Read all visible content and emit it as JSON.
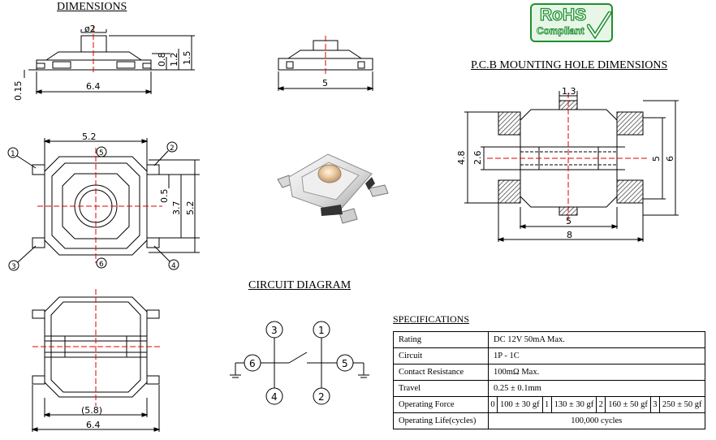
{
  "titles": {
    "dimensions": "DIMENSIONS",
    "pcb": "P.C.B MOUNTING HOLE DIMENSIONS",
    "circuit": "CIRCUIT DIAGRAM",
    "specs": "SPECIFICATIONS"
  },
  "rohs": {
    "line1": "RoHS",
    "line2": "Compliant",
    "color": "#1f8f2f"
  },
  "side_view": {
    "dia": "ø2",
    "h08": "0.8",
    "h12": "1.2",
    "h15": "1.5",
    "base": "0.15",
    "width": "6.4"
  },
  "front_view": {
    "width": "5"
  },
  "top_view": {
    "top": "5.2",
    "h05": "0.5",
    "h37": "3.7",
    "h52": "5.2",
    "p1": "1",
    "p2": "2",
    "p3": "3",
    "p4": "4",
    "p5": "5",
    "p6": "6"
  },
  "bottom_view": {
    "inner": "(5.8)",
    "width": "6.4"
  },
  "pcb": {
    "w13": "1.3",
    "h48": "4.8",
    "h26": "2.6",
    "w5": "5",
    "w8": "8",
    "v5": "5",
    "v6": "6"
  },
  "circuit": {
    "n3": "3",
    "n1": "1",
    "n6": "6",
    "n5": "5",
    "n4": "4",
    "n2": "2"
  },
  "specs": {
    "rows": [
      {
        "label": "Rating",
        "value": "DC 12V 50mA Max."
      },
      {
        "label": "Circuit",
        "value": "1P - 1C"
      },
      {
        "label": "Contact Resistance",
        "value": "100mΩ  Max."
      },
      {
        "label": "Travel",
        "value": "0.25 ± 0.1mm"
      }
    ],
    "force_label": "Operating Force",
    "force": [
      {
        "code": "0",
        "value": "100 ± 30 gf"
      },
      {
        "code": "1",
        "value": "130 ± 30 gf"
      },
      {
        "code": "2",
        "value": "160 ± 50 gf"
      },
      {
        "code": "3",
        "value": "250 ± 50 gf"
      }
    ],
    "life_label": "Operating Life(cycles)",
    "life_value": "100,000 cycles"
  }
}
